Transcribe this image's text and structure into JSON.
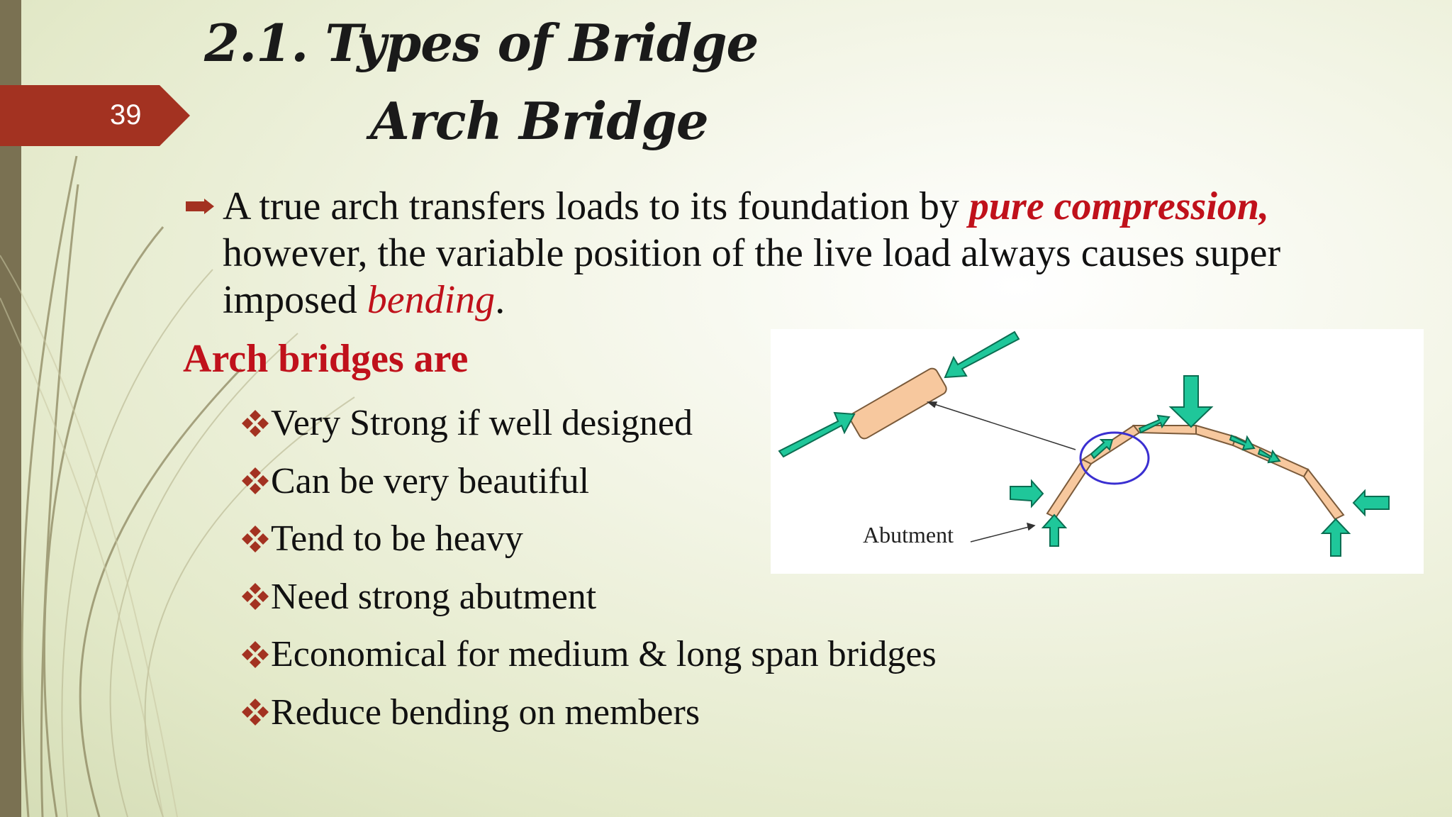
{
  "slide": {
    "number": "39",
    "title_line1": "2.1. Types of Bridge",
    "title_line2": "Arch Bridge"
  },
  "lead": {
    "part1": "A true arch transfers loads to its foundation  by ",
    "emphasis1": "pure  compression,",
    "part2": " however, the variable position of the live load always causes super imposed ",
    "emphasis2": "bending",
    "part3": "."
  },
  "subheading": "Arch bridges are",
  "items": [
    "Very Strong if well designed",
    "Can be very beautiful",
    "Tend to be heavy",
    "Need strong abutment",
    "Economical for medium & long span bridges",
    "Reduce bending on members"
  ],
  "diagram": {
    "abutment_label": "Abutment"
  },
  "colors": {
    "accent_red": "#c0111b",
    "tab_red": "#a33221",
    "arrow_green": "#1fc79a",
    "member_tan": "#f7c89e",
    "circle_blue": "#3a2fd1"
  },
  "icons": [
    "diamond-bullet-icon",
    "arrow-bullet-icon"
  ]
}
